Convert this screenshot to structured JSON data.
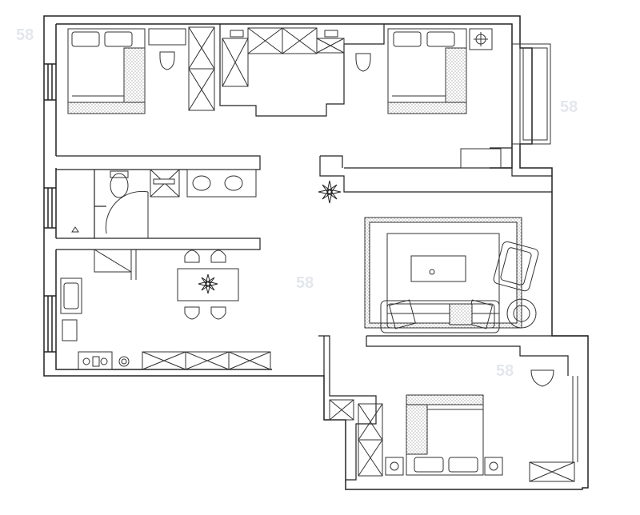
{
  "plan": {
    "type": "apartment floor plan (3 bedrooms, living room, dining, kitchen, bathroom)",
    "colors": {
      "wall": "#222222",
      "line": "#333333",
      "light_line": "#777777",
      "hatch": "#888888",
      "background": "#ffffff",
      "watermark": "#d8dde3"
    },
    "rooms": [
      "bedroom-northwest",
      "bedroom-northeast",
      "bedroom-southeast",
      "bathroom",
      "kitchen",
      "dining-area",
      "living-room",
      "balcony"
    ]
  }
}
